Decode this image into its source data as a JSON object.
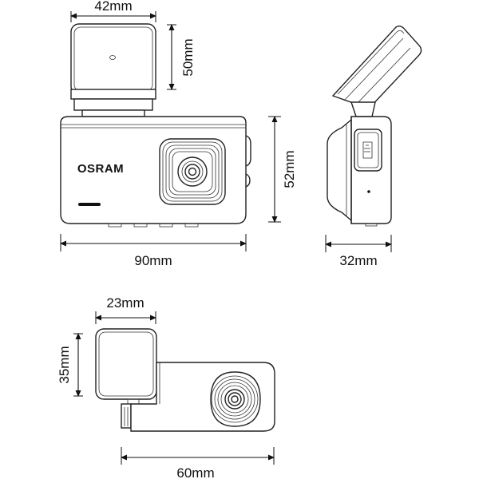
{
  "dimensions": {
    "front_mount_width": "42mm",
    "front_mount_height": "50mm",
    "body_width": "90mm",
    "body_height": "52mm",
    "side_depth": "32mm",
    "top_mount_width": "23mm",
    "top_mount_height": "35mm",
    "top_body_length": "60mm"
  },
  "brand": {
    "logo_text": "OSRAM"
  }
}
